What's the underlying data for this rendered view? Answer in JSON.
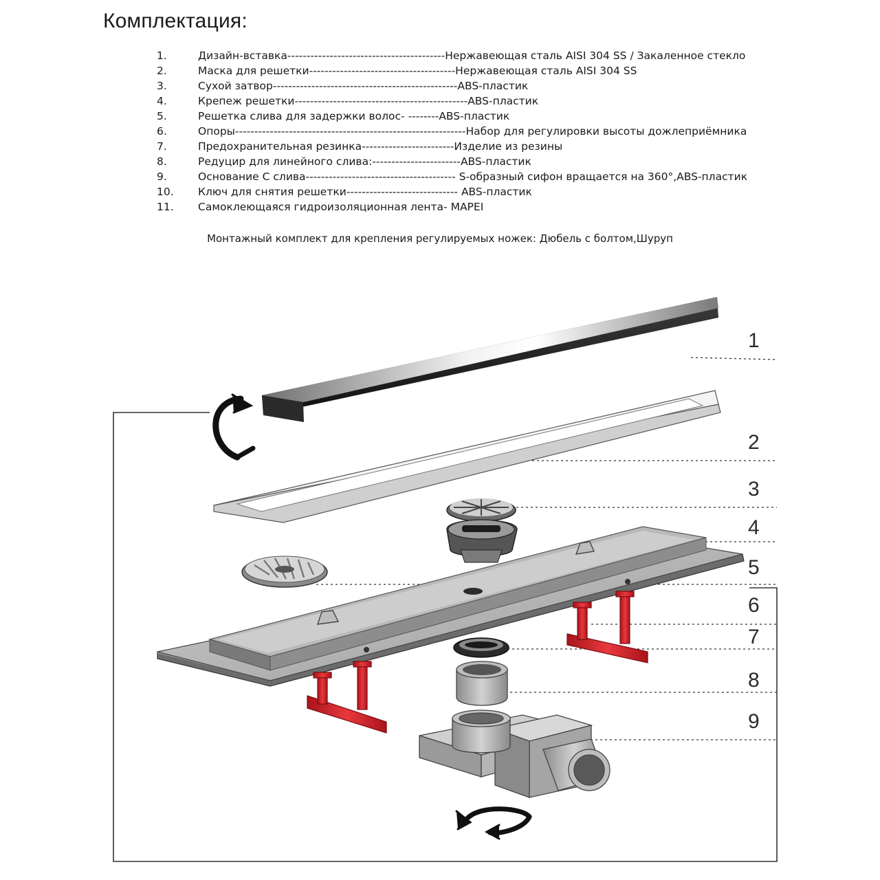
{
  "title": "Комплектация:",
  "components": [
    {
      "num": "1.",
      "name": "Дизайн-вставка",
      "dashes": "-----------------------------------------",
      "material": "Нержавеющая сталь AISI 304 SS / Закаленное стекло"
    },
    {
      "num": "2.",
      "name": "Маска для решетки",
      "dashes": "--------------------------------------",
      "material": "Нержавеющая сталь AISI 304 SS"
    },
    {
      "num": "3.",
      "name": "Сухой затвор",
      "dashes": "------------------------------------------------",
      "material": "ABS-пластик"
    },
    {
      "num": "4.",
      "name": "Крепеж решетки",
      "dashes": "---------------------------------------------",
      "material": "ABS-пластик"
    },
    {
      "num": "5.",
      "name": "Решетка слива для задержки волос-",
      "dashes": " --------",
      "material": "ABS-пластик"
    },
    {
      "num": "6.",
      "name": "Опоры",
      "dashes": "------------------------------------------------------------",
      "material": "Набор для регулировки высоты дожлеприёмника"
    },
    {
      "num": "7.",
      "name": "Предохранительная резинка",
      "dashes": "------------------------",
      "material": "Изделие из резины"
    },
    {
      "num": "8.",
      "name": "Редуцир для линейного слива:",
      "dashes": "-----------------------",
      "material": "ABS-пластик"
    },
    {
      "num": "9.",
      "name": "Основание С слива",
      "dashes": "---------------------------------------",
      "material": " S-образный сифон вращается на 360°,ABS-пластик"
    },
    {
      "num": "10.",
      "name": "Ключ для снятия решетки",
      "dashes": "-----------------------------",
      "material": " ABS-пластик"
    },
    {
      "num": "11.",
      "name": "Самоклеющаяся гидроизоляционная лента- MAPEI",
      "dashes": "",
      "material": ""
    }
  ],
  "footnote": "Монтажный комплект для крепления регулируемых ножек: Дюбель с болтом,Шуруп",
  "diagram": {
    "callouts": [
      "1",
      "2",
      "3",
      "4",
      "5",
      "6",
      "7",
      "8",
      "9"
    ],
    "colors": {
      "steel_light": "#e4e4e4",
      "steel_mid": "#a8a8a8",
      "steel_dark": "#5a5a5a",
      "support_red": "#d8262c",
      "plastic_grey": "#b3b3b3",
      "frame_line": "#333333"
    }
  }
}
